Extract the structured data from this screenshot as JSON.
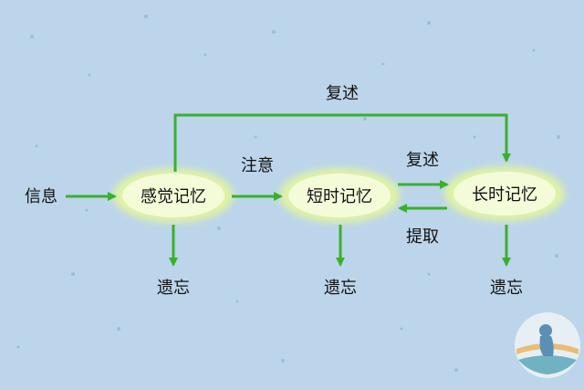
{
  "diagram": {
    "input_label": "信息",
    "nodes": {
      "sensory": "感觉记忆",
      "short_term": "短时记忆",
      "long_term": "长时记忆"
    },
    "edge_labels": {
      "attention": "注意",
      "rehearsal_top": "复述",
      "rehearsal_mid": "复述",
      "retrieval": "提取"
    },
    "forget_labels": [
      "遗忘",
      "遗忘",
      "遗忘"
    ],
    "colors": {
      "background": "#bcd5ea",
      "arrow": "#3ab02e",
      "node_fill": "#f4fbd9",
      "node_glow": "#dff3a4",
      "text": "#111111"
    }
  }
}
